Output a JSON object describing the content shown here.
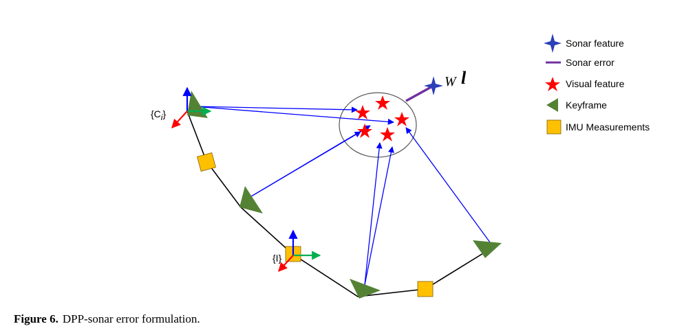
{
  "legend": {
    "sonar_feature": "Sonar feature",
    "sonar_error": "Sonar error",
    "visual_feature": "Visual feature",
    "keyframe": "Keyframe",
    "imu": "IMU Measurements"
  },
  "frame_labels": {
    "camera": "{C",
    "camera_sub": "i",
    "camera_close": "}",
    "imu": "{I}"
  },
  "landmark_label": {
    "frame": "W",
    "symbol": "l"
  },
  "caption": {
    "label": "Figure 6.",
    "text": "DPP-sonar error formulation."
  },
  "colors": {
    "sonar_feature": "#2b3fb8",
    "sonar_error": "#7030a0",
    "visual_feature": "#ff0000",
    "keyframe": "#548235",
    "imu": "#ffc000",
    "ray": "#0000ff",
    "axis_x": "#00b050",
    "axis_y": "#0000ff",
    "axis_z": "#ff0000"
  }
}
